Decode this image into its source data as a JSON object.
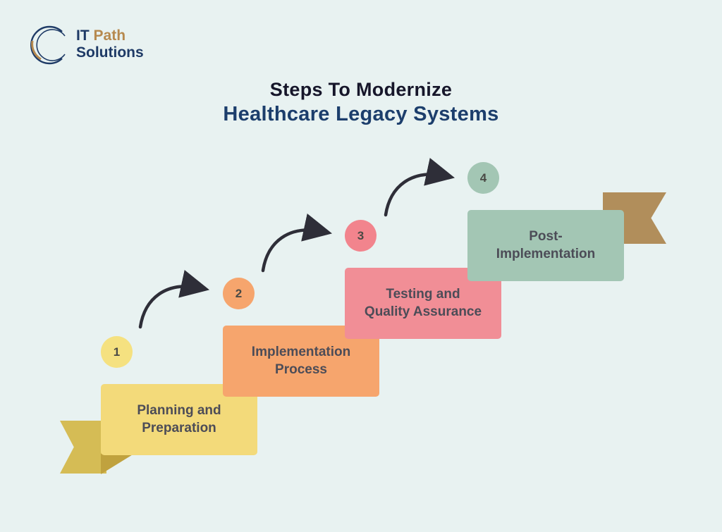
{
  "background": "#e8f2f1",
  "logo": {
    "it": "IT",
    "path": "Path",
    "solutions": "Solutions",
    "navy": "#1e3a66",
    "gold": "#b6894e"
  },
  "title": {
    "line1": "Steps To Modernize",
    "line2": "Healthcare Legacy Systems",
    "line1_color": "#16162a",
    "line2_color": "#1c3e6c"
  },
  "steps": [
    {
      "number": "1",
      "label": "Planning and\nPreparation",
      "box_color": "#f3da7a",
      "fold_color": "#d9b94d",
      "circle_color": "#f5e180"
    },
    {
      "number": "2",
      "label": "Implementation\nProcess",
      "box_color": "#f6a56d",
      "fold_color": "#df7b43",
      "circle_color": "#f6a56d"
    },
    {
      "number": "3",
      "label": "Testing and\nQuality Assurance",
      "box_color": "#f18e96",
      "fold_color": "#d9666f",
      "circle_color": "#f2848d"
    },
    {
      "number": "4",
      "label": "Post-\nImplementation",
      "box_color": "#a3c6b4",
      "fold_color": "#7ea893",
      "circle_color": "#a3c6b4"
    }
  ],
  "ribbons": {
    "left_color": "#d5bc55",
    "left_fold_color": "#c0a23e",
    "right_color": "#b18e5b"
  },
  "arrow_color": "#2e2e38",
  "text_color": "#4c4c57",
  "circle_text_color": "#4a4a45"
}
